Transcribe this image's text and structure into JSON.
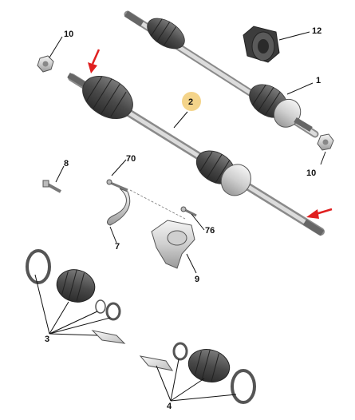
{
  "diagram": {
    "callouts": [
      {
        "id": "1",
        "label": "1"
      },
      {
        "id": "2",
        "label": "2"
      },
      {
        "id": "3",
        "label": "3"
      },
      {
        "id": "4",
        "label": "4"
      },
      {
        "id": "7",
        "label": "7"
      },
      {
        "id": "8",
        "label": "8"
      },
      {
        "id": "9",
        "label": "9"
      },
      {
        "id": "10a",
        "label": "10"
      },
      {
        "id": "10b",
        "label": "10"
      },
      {
        "id": "12",
        "label": "12"
      },
      {
        "id": "70",
        "label": "70"
      },
      {
        "id": "76",
        "label": "76"
      }
    ],
    "colors": {
      "highlight_badge": "#f4d48a",
      "arrow": "#e02020",
      "metal_light": "#e6e6e6",
      "metal_mid": "#b9b9b9",
      "rubber_dark": "#4a4a4a",
      "outline": "#555555"
    }
  }
}
